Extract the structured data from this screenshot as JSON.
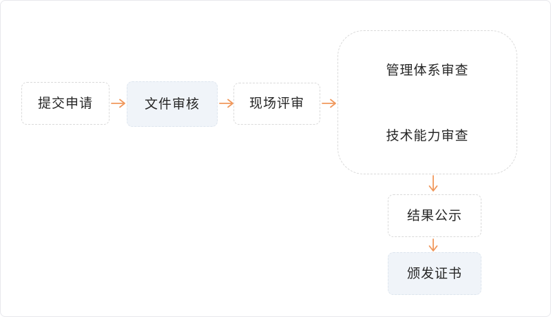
{
  "colors": {
    "arrow": "#f0975b",
    "node_border": "#d9d9d9",
    "tint_border": "#dde5ee",
    "node_fill": "#ffffff",
    "tint_fill": "#f0f4f9",
    "text": "#262626",
    "frame_border": "#e7e7ec"
  },
  "flowchart": {
    "nodes": {
      "submit": {
        "label": "提交申请"
      },
      "document_review": {
        "label": "文件审核"
      },
      "onsite_review": {
        "label": "现场评审"
      },
      "audit": {
        "line1": "管理体系审查",
        "line2": "技术能力审查"
      },
      "result_publicity": {
        "label": "结果公示"
      },
      "issue_certificate": {
        "label": "颁发证书"
      }
    },
    "icons": {
      "right_arrow": "arrow-right-icon",
      "down_arrow": "arrow-down-icon"
    }
  }
}
